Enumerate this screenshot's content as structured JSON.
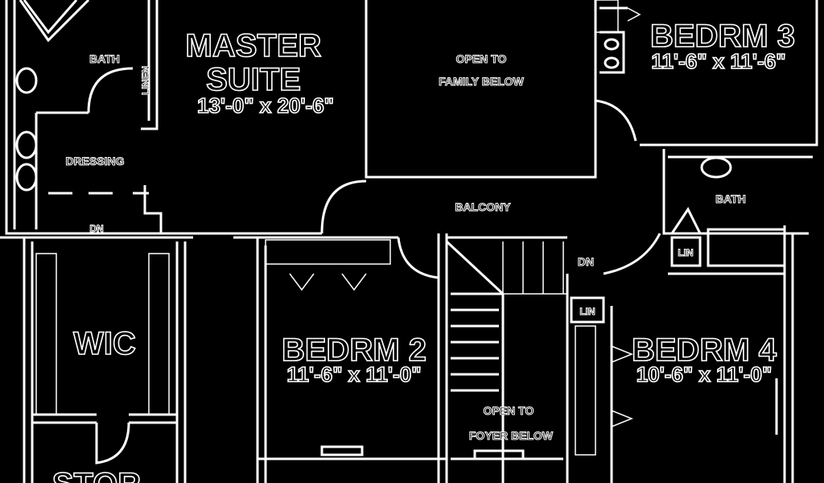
{
  "plan": {
    "master_suite": {
      "name_line1": "MASTER",
      "name_line2": "SUITE",
      "size": "13'-0\" x 20'-6\""
    },
    "master_bath": "BATH",
    "linen": "LINEN",
    "dressing": "DRESSING",
    "dn_left": "DN",
    "wic": "WIC",
    "stor": "STOR",
    "open_family": {
      "line1": "OPEN TO",
      "line2": "FAMILY BELOW"
    },
    "balcony": "BALCONY",
    "bedrm2": {
      "name": "BEDRM 2",
      "size": "11'-6\" x 11'-0\""
    },
    "open_foyer": {
      "line1": "OPEN TO",
      "line2": "FOYER BELOW"
    },
    "dn_stair": "DN",
    "lin_hall": "LIN",
    "bedrm4": {
      "name": "BEDRM 4",
      "size": "10'-6\" x 11'-0\""
    },
    "bedrm3": {
      "name": "BEDRM 3",
      "size": "11'-6\" x 11'-6\""
    },
    "bath2": "BATH",
    "lin_bath": "LIN"
  }
}
